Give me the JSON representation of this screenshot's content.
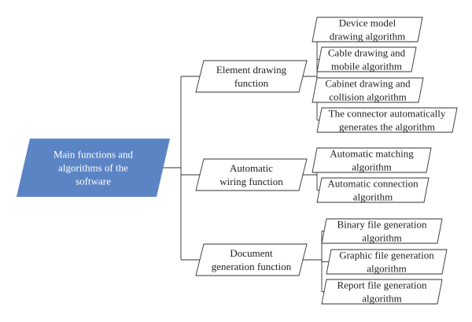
{
  "colors": {
    "root_fill": "#5b84c4",
    "root_text": "#ffffff",
    "box_stroke": "#333333",
    "connector": "#333333"
  },
  "root": {
    "lines": [
      "Main functions and",
      "algorithms of the",
      "software"
    ]
  },
  "branches": [
    {
      "lines": [
        "Element drawing",
        "function"
      ],
      "children": [
        {
          "lines": [
            "Device model",
            "drawing algorithm"
          ]
        },
        {
          "lines": [
            "Cable drawing and",
            "mobile algorithm"
          ]
        },
        {
          "lines": [
            "Cabinet drawing and",
            "collision algorithm"
          ]
        },
        {
          "lines": [
            "The connector automatically",
            "generates the algorithm"
          ]
        }
      ]
    },
    {
      "lines": [
        "Automatic",
        "wiring function"
      ],
      "children": [
        {
          "lines": [
            "Automatic matching",
            "algorithm"
          ]
        },
        {
          "lines": [
            "Automatic connection",
            "algorithm"
          ]
        }
      ]
    },
    {
      "lines": [
        "Document",
        "generation function"
      ],
      "children": [
        {
          "lines": [
            "Binary file generation",
            "algorithm"
          ]
        },
        {
          "lines": [
            "Graphic file generation",
            "algorithm"
          ]
        },
        {
          "lines": [
            "Report file generation",
            "algorithm"
          ]
        }
      ]
    }
  ]
}
